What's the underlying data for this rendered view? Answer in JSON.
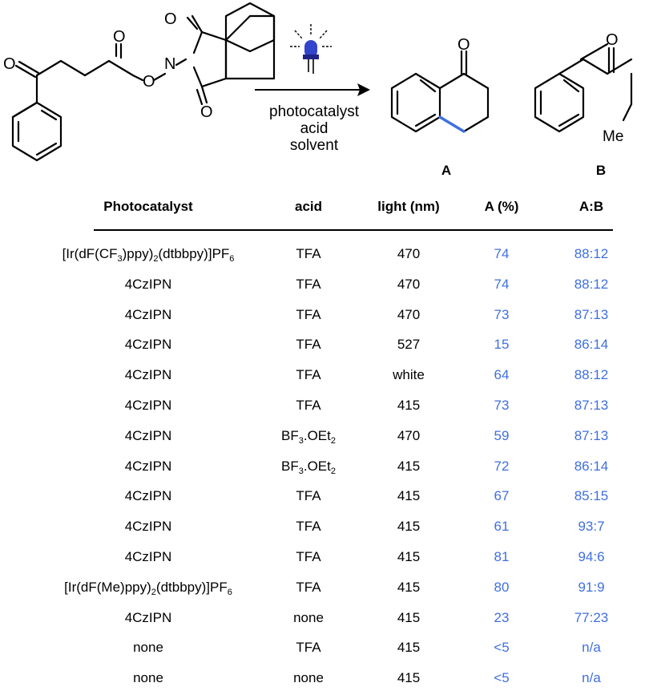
{
  "scheme": {
    "conditions": [
      "photocatalyst",
      "acid",
      "solvent"
    ],
    "product_labels": [
      "A",
      "B"
    ],
    "atom_O": "O",
    "atom_N": "N",
    "atom_Me": "Me"
  },
  "colors": {
    "value_blue": "#3f6fe0",
    "bond_highlight": "#3f6fe0",
    "led": "#3344cc"
  },
  "table": {
    "headers": [
      "Photocatalyst",
      "acid",
      "light (nm)",
      "A (%)",
      "A:B"
    ],
    "rows": [
      {
        "cat": "[Ir(dF(CF3)ppy)2(dtbbpy)]PF6",
        "acid": "TFA",
        "light": "470",
        "yield": "74",
        "ratio": "88:12"
      },
      {
        "cat": "4CzIPN",
        "acid": "TFA",
        "light": "470",
        "yield": "74",
        "ratio": "88:12"
      },
      {
        "cat": "4CzIPN",
        "acid": "TFA",
        "light": "470",
        "yield": "73",
        "ratio": "87:13"
      },
      {
        "cat": "4CzIPN",
        "acid": "TFA",
        "light": "527",
        "yield": "15",
        "ratio": "86:14"
      },
      {
        "cat": "4CzIPN",
        "acid": "TFA",
        "light": "white",
        "yield": "64",
        "ratio": "88:12"
      },
      {
        "cat": "4CzIPN",
        "acid": "TFA",
        "light": "415",
        "yield": "73",
        "ratio": "87:13"
      },
      {
        "cat": "4CzIPN",
        "acid": "BF3.OEt2",
        "light": "470",
        "yield": "59",
        "ratio": "87:13"
      },
      {
        "cat": "4CzIPN",
        "acid": "BF3.OEt2",
        "light": "415",
        "yield": "72",
        "ratio": "86:14"
      },
      {
        "cat": "4CzIPN",
        "acid": "TFA",
        "light": "415",
        "yield": "67",
        "ratio": "85:15"
      },
      {
        "cat": "4CzIPN",
        "acid": "TFA",
        "light": "415",
        "yield": "61",
        "ratio": "93:7"
      },
      {
        "cat": "4CzIPN",
        "acid": "TFA",
        "light": "415",
        "yield": "81",
        "ratio": "94:6"
      },
      {
        "cat": "[Ir(dF(Me)ppy)2(dtbbpy)]PF6",
        "acid": "TFA",
        "light": "415",
        "yield": "80",
        "ratio": "91:9"
      },
      {
        "cat": "4CzIPN",
        "acid": "none",
        "light": "415",
        "yield": "23",
        "ratio": "77:23"
      },
      {
        "cat": "none",
        "acid": "TFA",
        "light": "415",
        "yield": "<5",
        "ratio": "n/a"
      },
      {
        "cat": "none",
        "acid": "none",
        "light": "415",
        "yield": "<5",
        "ratio": "n/a"
      }
    ]
  }
}
